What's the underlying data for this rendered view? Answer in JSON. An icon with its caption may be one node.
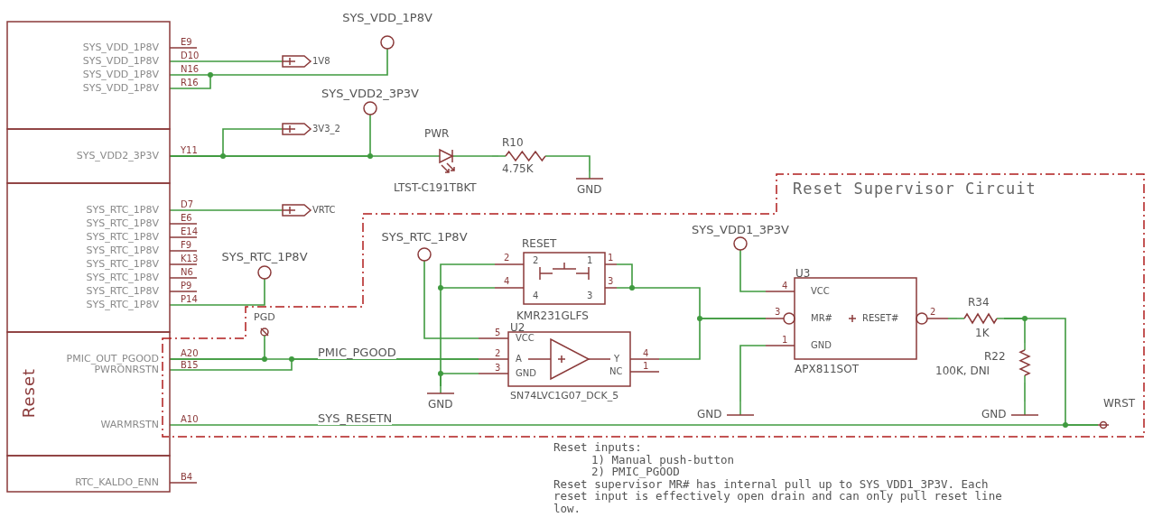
{
  "diagram": {
    "nodes": [
      {
        "text": [
          "SYS_VDD_1P8V",
          "SYS_VDD_1P8V",
          "SYS_VDD_1P8V",
          "SYS_VDD_1P8V"
        ],
        "beside": [
          "E9",
          "D10",
          "N16",
          "R16"
        ]
      },
      {
        "text": [
          "SYS_VDD2_3P3V"
        ],
        "beside": [
          "Y11"
        ]
      },
      {
        "text": [
          "SYS_RTC_1P8V",
          "SYS_RTC_1P8V",
          "SYS_RTC_1P8V",
          "SYS_RTC_1P8V",
          "SYS_RTC_1P8V",
          "SYS_RTC_1P8V",
          "SYS_RTC_1P8V",
          "SYS_RTC_1P8V"
        ],
        "beside": [
          "D7",
          "E6",
          "E14",
          "F9",
          "K13",
          "N6",
          "P9",
          "P14"
        ]
      },
      {
        "text": [
          "Reset",
          "PMIC_OUT_PGOOD",
          "PWRONRSTN",
          "WARMRSTN"
        ],
        "beside": [
          "A20",
          "B15",
          "A10"
        ]
      },
      {
        "text": [
          "RTC_KALDO_ENN"
        ],
        "beside": [
          "B4"
        ]
      },
      {
        "text": [
          "1V8"
        ]
      },
      {
        "text": [
          "SYS_VDD_1P8V"
        ]
      },
      {
        "text": [
          "3V3_2"
        ]
      },
      {
        "text": [
          "SYS_VDD2_3P3V"
        ]
      },
      {
        "text": [
          "PWR",
          "LTST-C191TBKT"
        ]
      },
      {
        "text": [
          "R10",
          "4.75K"
        ]
      },
      {
        "text": [
          "GND"
        ]
      },
      {
        "text": [
          "VRTC"
        ]
      },
      {
        "text": [
          "SYS_RTC_1P8V"
        ]
      },
      {
        "text": [
          "Reset Supervisor Circuit"
        ]
      },
      {
        "text": [
          "PGD"
        ],
        "in": 14
      },
      {
        "text": [
          "SYS_RTC_1P8V"
        ],
        "in": 14
      },
      {
        "text": [
          "RESET",
          "2",
          "1",
          "4",
          "3",
          "KMR231GLFS",
          "2",
          "4",
          "1",
          "3"
        ],
        "in": 14
      },
      {
        "text": [
          "U2",
          "VCC",
          "A",
          "GND",
          "Y",
          "NC",
          "SN74LVC1G07_DCK_5",
          "5",
          "2",
          "3",
          "4",
          "1"
        ],
        "in": 14
      },
      {
        "text": [
          "GND"
        ],
        "in": 14
      },
      {
        "text": [
          "SYS_VDD1_3P3V"
        ],
        "in": 14
      },
      {
        "text": [
          "U3",
          "VCC",
          "MR#",
          "RESET#",
          "GND",
          "APX811SOT",
          "4",
          "3",
          "1",
          "2"
        ],
        "in": 14
      },
      {
        "text": [
          "GND"
        ],
        "in": 14
      },
      {
        "text": [
          "R34",
          "1K"
        ],
        "in": 14
      },
      {
        "text": [
          "R22",
          "100K, DNI"
        ],
        "in": 14
      },
      {
        "text": [
          "GND"
        ],
        "in": 14
      },
      {
        "text": [
          "WRST"
        ],
        "in": 14
      }
    ],
    "edges": [
      {
        "from": 0,
        "to": 5,
        "arrow": "none"
      },
      {
        "from": 0,
        "to": 6,
        "arrow": "none"
      },
      {
        "from": 1,
        "to": 7,
        "arrow": "none"
      },
      {
        "from": 1,
        "to": 8,
        "arrow": "none"
      },
      {
        "from": 1,
        "to": 9,
        "arrow": "none"
      },
      {
        "from": 9,
        "to": 10,
        "arrow": "none"
      },
      {
        "from": 10,
        "to": 11,
        "arrow": "none"
      },
      {
        "from": 2,
        "to": 12,
        "arrow": "none"
      },
      {
        "from": 2,
        "to": 13,
        "arrow": "none"
      },
      {
        "from": 3,
        "to": 15,
        "arrow": "none"
      },
      {
        "from": 3,
        "to": 18,
        "arrow": "none",
        "label": "PMIC_PGOOD"
      },
      {
        "from": 3,
        "to": 18,
        "arrow": "none"
      },
      {
        "from": 3,
        "to": 26,
        "arrow": "none",
        "label": "SYS_RESETN"
      },
      {
        "from": 16,
        "to": 18,
        "arrow": "none"
      },
      {
        "from": 17,
        "to": 19,
        "arrow": "none"
      },
      {
        "from": 18,
        "to": 19,
        "arrow": "none"
      },
      {
        "from": 17,
        "to": 21,
        "arrow": "none"
      },
      {
        "from": 18,
        "to": 21,
        "arrow": "none"
      },
      {
        "from": 20,
        "to": 21,
        "arrow": "none"
      },
      {
        "from": 21,
        "to": 22,
        "arrow": "none"
      },
      {
        "from": 21,
        "to": 23,
        "arrow": "none"
      },
      {
        "from": 23,
        "to": 24,
        "arrow": "none"
      },
      {
        "from": 24,
        "to": 25,
        "arrow": "none"
      },
      {
        "from": 23,
        "to": 26,
        "arrow": "none"
      }
    ],
    "labels": [
      "Reset inputs:",
      "1) Manual push-button",
      "2) PMIC_PGOOD",
      "Reset supervisor MR# has internal pull up to SYS_VDD1_3P3V. Each reset input is effectively open drain and can only pull reset line low."
    ]
  }
}
